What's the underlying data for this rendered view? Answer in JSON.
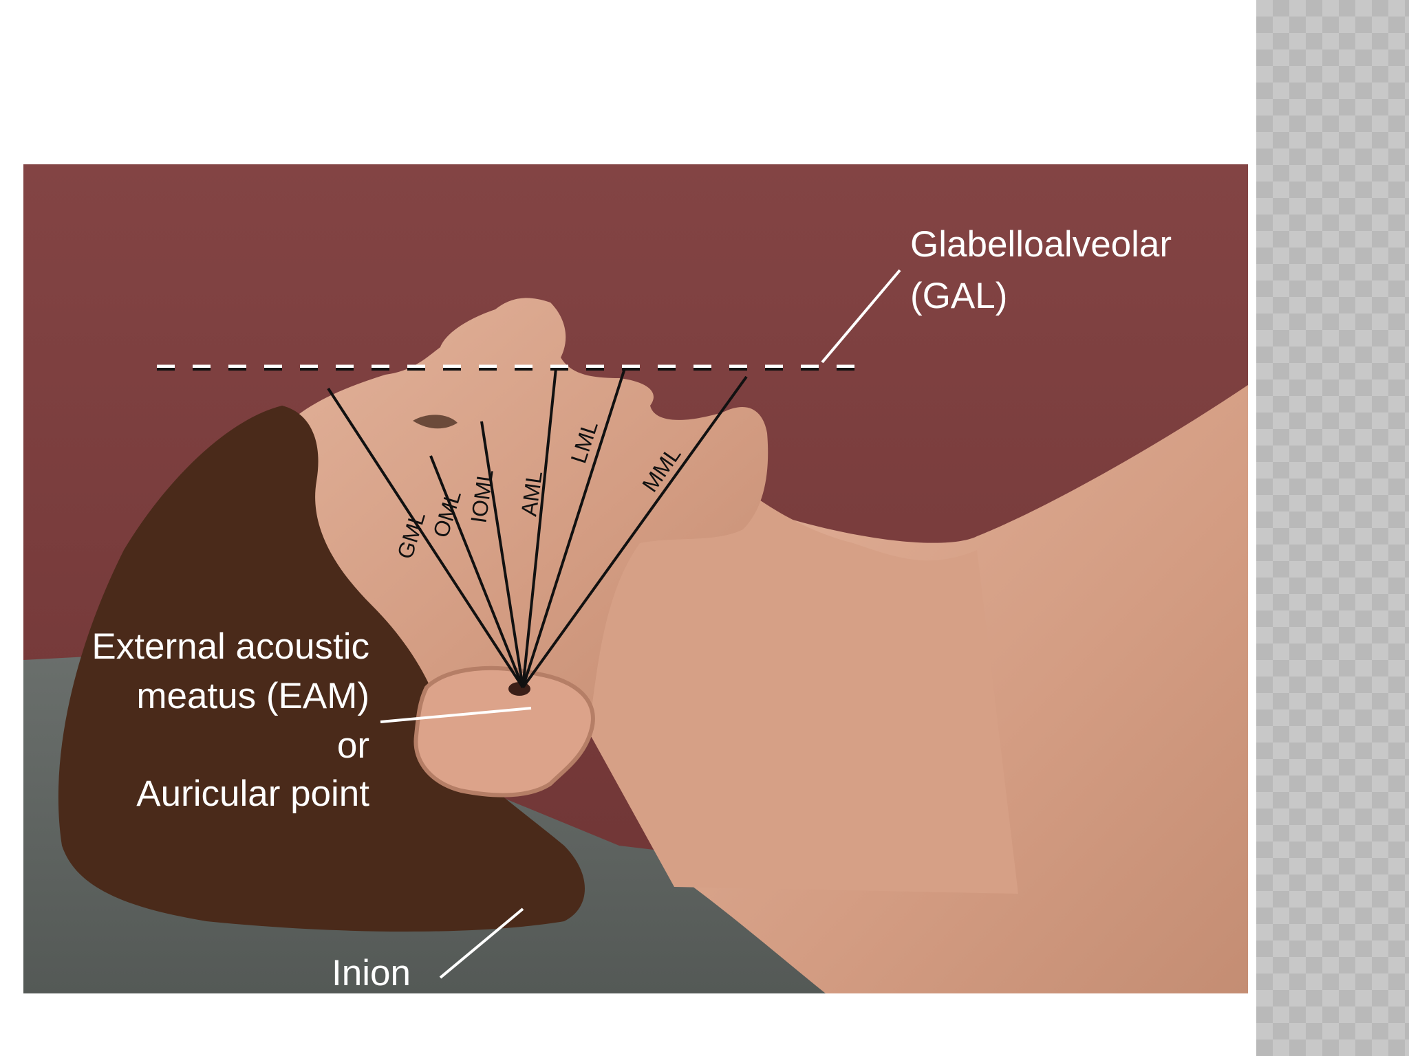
{
  "figure": {
    "labels": {
      "gal_line1": "Glabelloalveolar",
      "gal_line2": "(GAL)",
      "eam_line1": "External acoustic",
      "eam_line2": "meatus (EAM)",
      "eam_line3": "or",
      "eam_line4": "Auricular point",
      "inion": "Inion"
    },
    "line_labels": {
      "gml": "GML",
      "oml": "OML",
      "ioml": "IOML",
      "aml": "AML",
      "lml": "LML",
      "mml": "MML"
    }
  },
  "colors": {
    "backdrop": "#7e3f3f",
    "skin": "#d9a48a",
    "hair": "#4a2a1a",
    "table": "#5e6360",
    "label_text": "#ffffff",
    "line_ink": "#111111"
  }
}
